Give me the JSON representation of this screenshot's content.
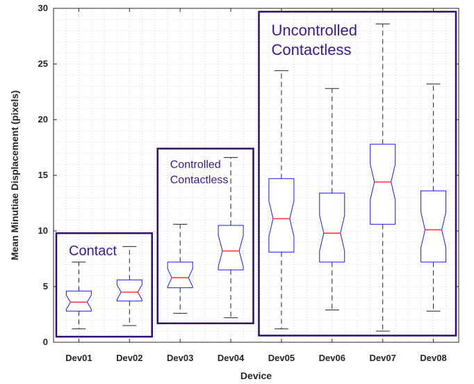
{
  "chart_data": {
    "type": "box",
    "xlabel": "Device",
    "ylabel": "Mean Minutiae Displacement (pixels)",
    "ylim": [
      0,
      30
    ],
    "yticks": [
      0,
      5,
      10,
      15,
      20,
      25,
      30
    ],
    "grid": "dotted-minor",
    "notched": true,
    "categories": [
      "Dev01",
      "Dev02",
      "Dev03",
      "Dev04",
      "Dev05",
      "Dev06",
      "Dev07",
      "Dev08"
    ],
    "boxes": [
      {
        "whisker_low": 1.2,
        "q1": 2.8,
        "median": 3.6,
        "q3": 4.6,
        "whisker_high": 7.2
      },
      {
        "whisker_low": 1.5,
        "q1": 3.7,
        "median": 4.5,
        "q3": 5.6,
        "whisker_high": 8.6
      },
      {
        "whisker_low": 2.6,
        "q1": 4.9,
        "median": 5.8,
        "q3": 7.2,
        "whisker_high": 10.6
      },
      {
        "whisker_low": 2.2,
        "q1": 6.5,
        "median": 8.2,
        "q3": 10.5,
        "whisker_high": 16.6
      },
      {
        "whisker_low": 1.2,
        "q1": 8.1,
        "median": 11.1,
        "q3": 14.7,
        "whisker_high": 24.4
      },
      {
        "whisker_low": 2.9,
        "q1": 7.2,
        "median": 9.8,
        "q3": 13.4,
        "whisker_high": 22.8
      },
      {
        "whisker_low": 1.0,
        "q1": 10.6,
        "median": 14.4,
        "q3": 17.8,
        "whisker_high": 28.6
      },
      {
        "whisker_low": 2.8,
        "q1": 7.2,
        "median": 10.1,
        "q3": 13.6,
        "whisker_high": 23.2
      }
    ],
    "groups": [
      {
        "label_lines": [
          "Contact"
        ],
        "from": 0,
        "to": 1,
        "y_low": 0.5,
        "y_high": 9.8
      },
      {
        "label_lines": [
          "Controlled",
          "Contactless"
        ],
        "from": 2,
        "to": 3,
        "y_low": 1.7,
        "y_high": 17.4
      },
      {
        "label_lines": [
          "Uncontrolled",
          "Contactless"
        ],
        "from": 4,
        "to": 7,
        "y_low": 0.6,
        "y_high": 29.7
      }
    ],
    "colors": {
      "box": "#1a1aff",
      "median": "#ff3333",
      "whisker": "#222222",
      "group_box": "#2e0f6b",
      "group_text": "#3d1a8c",
      "grid": "#c8c8c8",
      "axis": "#262626"
    }
  }
}
